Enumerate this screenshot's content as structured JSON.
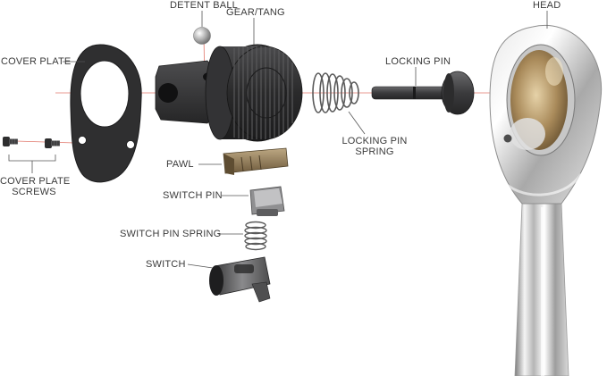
{
  "labels": {
    "detent_ball": "DETENT BALL",
    "gear_tang": "GEAR/TANG",
    "head": "HEAD",
    "cover_plate": "COVER PLATE",
    "locking_pin": "LOCKING PIN",
    "locking_pin_spring_line1": "LOCKING PIN",
    "locking_pin_spring_line2": "SPRING",
    "cover_plate_screws_line1": "COVER PLATE",
    "cover_plate_screws_line2": "SCREWS",
    "pawl": "PAWL",
    "switch_pin": "SWITCH PIN",
    "switch_pin_spring": "SWITCH PIN SPRING",
    "switch": "SWITCH"
  },
  "colors": {
    "label_text": "#3a3a3a",
    "leader_line": "#555555",
    "axis_line": "#d84a3a",
    "dark_part": "#2f2f30",
    "chrome_light": "#f2f2f2",
    "chrome_dark": "#8a8a8a",
    "brass": "#b89a6a"
  }
}
